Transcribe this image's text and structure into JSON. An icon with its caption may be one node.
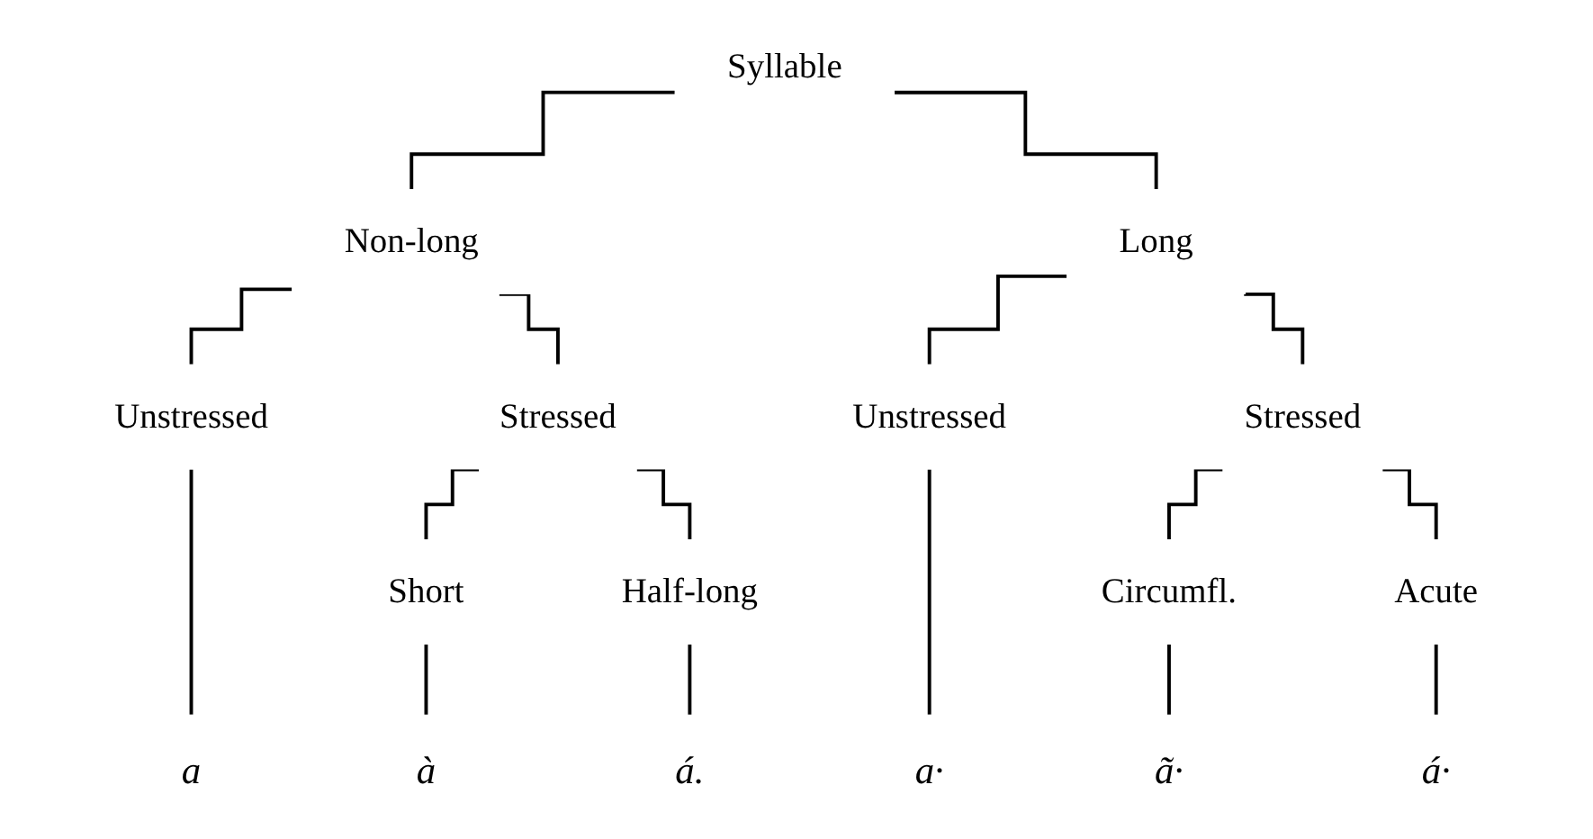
{
  "diagram": {
    "nodes": [
      {
        "text": [
          "Syllable"
        ]
      },
      {
        "text": [
          "Non-long"
        ]
      },
      {
        "text": [
          "Long"
        ]
      },
      {
        "text": [
          "Unstressed"
        ]
      },
      {
        "text": [
          "Stressed"
        ]
      },
      {
        "text": [
          "Unstressed"
        ]
      },
      {
        "text": [
          "Stressed"
        ]
      },
      {
        "text": [
          "Short"
        ]
      },
      {
        "text": [
          "Half-long"
        ]
      },
      {
        "text": [
          "Circumfl."
        ]
      },
      {
        "text": [
          "Acute"
        ]
      },
      {
        "text": [
          "a"
        ]
      },
      {
        "text": [
          "à"
        ]
      },
      {
        "text": [
          "á."
        ]
      },
      {
        "text": [
          "a·"
        ]
      },
      {
        "text": [
          "ã·"
        ]
      },
      {
        "text": [
          "á·"
        ]
      }
    ],
    "edges": [
      {
        "from": 0,
        "to": 1,
        "arrow": "none"
      },
      {
        "from": 0,
        "to": 2,
        "arrow": "none"
      },
      {
        "from": 1,
        "to": 3,
        "arrow": "none"
      },
      {
        "from": 1,
        "to": 4,
        "arrow": "none"
      },
      {
        "from": 2,
        "to": 5,
        "arrow": "none"
      },
      {
        "from": 2,
        "to": 6,
        "arrow": "none"
      },
      {
        "from": 4,
        "to": 7,
        "arrow": "none"
      },
      {
        "from": 4,
        "to": 8,
        "arrow": "none"
      },
      {
        "from": 6,
        "to": 9,
        "arrow": "none"
      },
      {
        "from": 6,
        "to": 10,
        "arrow": "none"
      },
      {
        "from": 3,
        "to": 11,
        "arrow": "none"
      },
      {
        "from": 7,
        "to": 12,
        "arrow": "none"
      },
      {
        "from": 8,
        "to": 13,
        "arrow": "none"
      },
      {
        "from": 5,
        "to": 14,
        "arrow": "none"
      },
      {
        "from": 9,
        "to": 15,
        "arrow": "none"
      },
      {
        "from": 10,
        "to": 16,
        "arrow": "none"
      }
    ]
  }
}
